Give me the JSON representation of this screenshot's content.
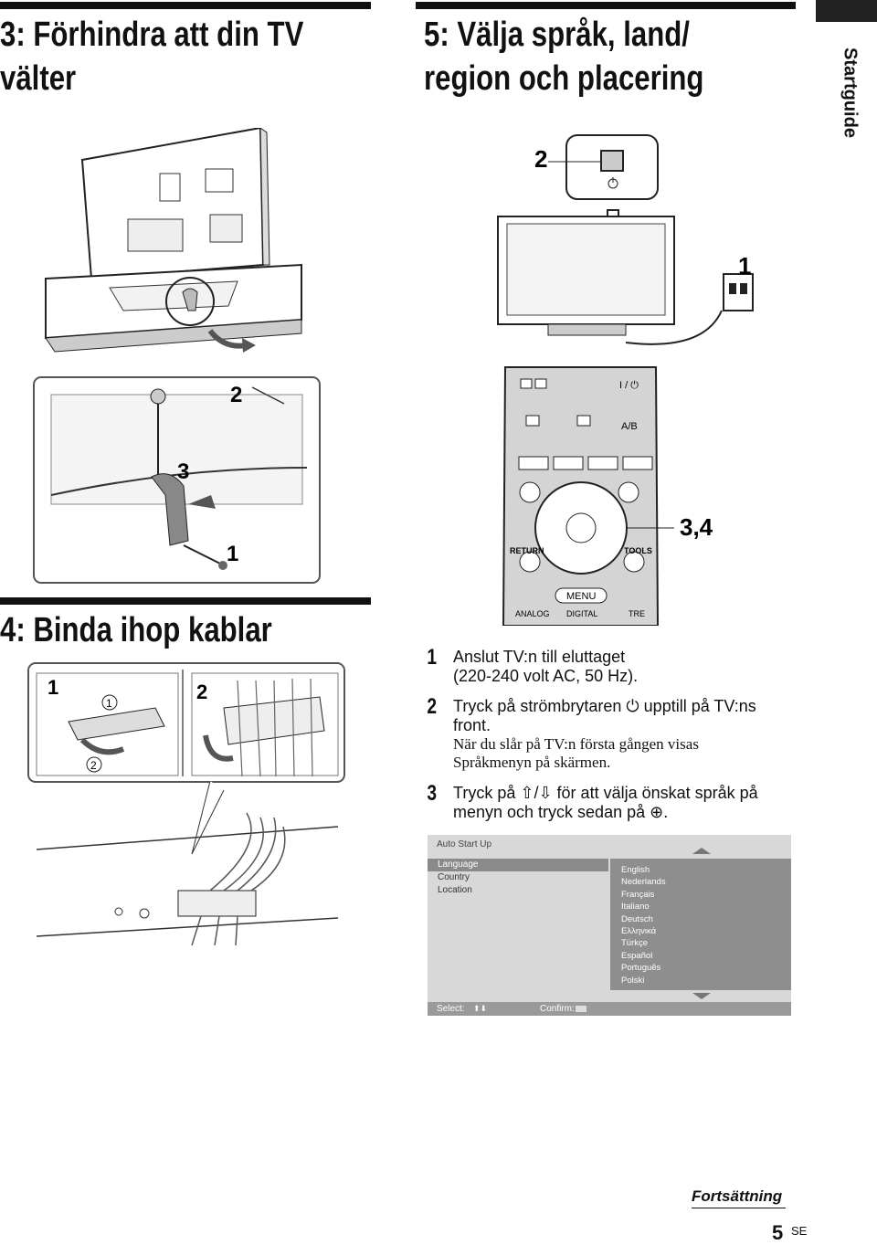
{
  "side_label": "Startguide",
  "sections": {
    "s3_title_l1": "3: Förhindra att din TV",
    "s3_title_l2": "välter",
    "s5_title_l1": "5: Välja språk, land/",
    "s5_title_l2": "region och placering",
    "s4_title": "4: Binda ihop kablar"
  },
  "figure_labels": {
    "power_step": "2",
    "cable_step": "1",
    "remote_step": "3,4",
    "strap_2": "2",
    "strap_3": "3",
    "strap_1": "1",
    "tie_1": "1",
    "tie_2": "2",
    "circ_1": "1",
    "circ_2": "2",
    "remote_ab": "A/B",
    "remote_power": "I / ⏻",
    "remote_return": "RETURN",
    "remote_tools": "TOOLS",
    "remote_menu": "MENU",
    "remote_analog": "ANALOG",
    "remote_digital": "DIGITAL",
    "remote_centre": "TRE"
  },
  "steps": [
    {
      "num": "1",
      "text_l1": "Anslut TV:n till eluttaget",
      "text_l2": "(220-240 volt AC, 50 Hz)."
    },
    {
      "num": "2",
      "text_l1": "Tryck på strömbrytaren",
      "text_l1b": "upptill på TV:ns",
      "text_l2": "front.",
      "note_l1": "När du slår på TV:n första gången visas",
      "note_l2": "Språkmenyn på skärmen."
    },
    {
      "num": "3",
      "text_l1a": "Tryck på",
      "text_l1b": "för att välja önskat språk på",
      "text_l2": "menyn och tryck sedan på"
    }
  ],
  "osd": {
    "title": "Auto Start Up",
    "items": [
      "Language",
      "Country",
      "Location"
    ],
    "languages": [
      "English",
      "Nederlands",
      "Français",
      "Italiano",
      "Deutsch",
      "Ελληνικά",
      "Türkçe",
      "Español",
      "Português",
      "Polski"
    ],
    "select_label": "Select:",
    "confirm_label": "Confirm:"
  },
  "footer": {
    "continue": "Fortsättning",
    "page": "5",
    "lang_code": "SE"
  }
}
